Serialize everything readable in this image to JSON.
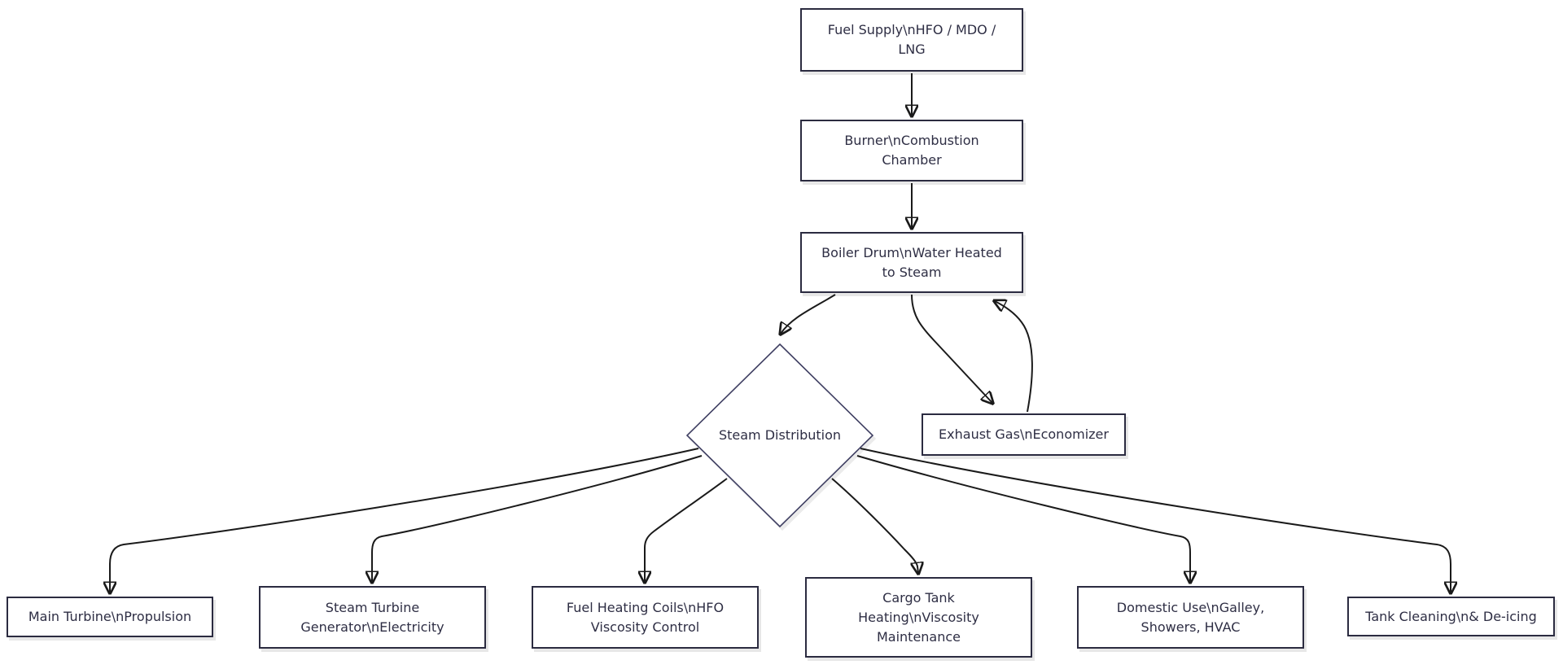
{
  "diagram": {
    "kind": "flowchart",
    "background": "#ffffff",
    "colors": {
      "node_border": "#2b2b40",
      "diamond_border": "#3f3f62",
      "node_fill": "#ffffff",
      "edge_stroke": "#1a1a1a",
      "text": "#2e2e44"
    }
  },
  "nodes": {
    "fuel_supply": {
      "shape": "rect",
      "label": "Fuel Supply\\nHFO / MDO / LNG"
    },
    "burner": {
      "shape": "rect",
      "label": "Burner\\nCombustion Chamber"
    },
    "boiler_drum": {
      "shape": "rect",
      "label": "Boiler Drum\\nWater Heated to Steam"
    },
    "steam_distribution": {
      "shape": "diamond",
      "label": "Steam Distribution"
    },
    "economizer": {
      "shape": "rect",
      "label": "Exhaust Gas\\nEconomizer"
    },
    "main_turbine": {
      "shape": "rect",
      "label": "Main Turbine\\nPropulsion"
    },
    "steam_turbine_gen": {
      "shape": "rect",
      "label": "Steam Turbine Generator\\nElectricity"
    },
    "fuel_heating": {
      "shape": "rect",
      "label": "Fuel Heating Coils\\nHFO Viscosity Control"
    },
    "cargo_tank": {
      "shape": "rect",
      "label": "Cargo Tank Heating\\nViscosity Maintenance"
    },
    "domestic_use": {
      "shape": "rect",
      "label": "Domestic Use\\nGalley, Showers, HVAC"
    },
    "tank_cleaning": {
      "shape": "rect",
      "label": "Tank Cleaning\\n& De-icing"
    }
  },
  "edges": [
    {
      "from": "fuel_supply",
      "to": "burner"
    },
    {
      "from": "burner",
      "to": "boiler_drum"
    },
    {
      "from": "boiler_drum",
      "to": "steam_distribution"
    },
    {
      "from": "boiler_drum",
      "to": "economizer"
    },
    {
      "from": "economizer",
      "to": "boiler_drum"
    },
    {
      "from": "steam_distribution",
      "to": "main_turbine"
    },
    {
      "from": "steam_distribution",
      "to": "steam_turbine_gen"
    },
    {
      "from": "steam_distribution",
      "to": "fuel_heating"
    },
    {
      "from": "steam_distribution",
      "to": "cargo_tank"
    },
    {
      "from": "steam_distribution",
      "to": "domestic_use"
    },
    {
      "from": "steam_distribution",
      "to": "tank_cleaning"
    }
  ]
}
